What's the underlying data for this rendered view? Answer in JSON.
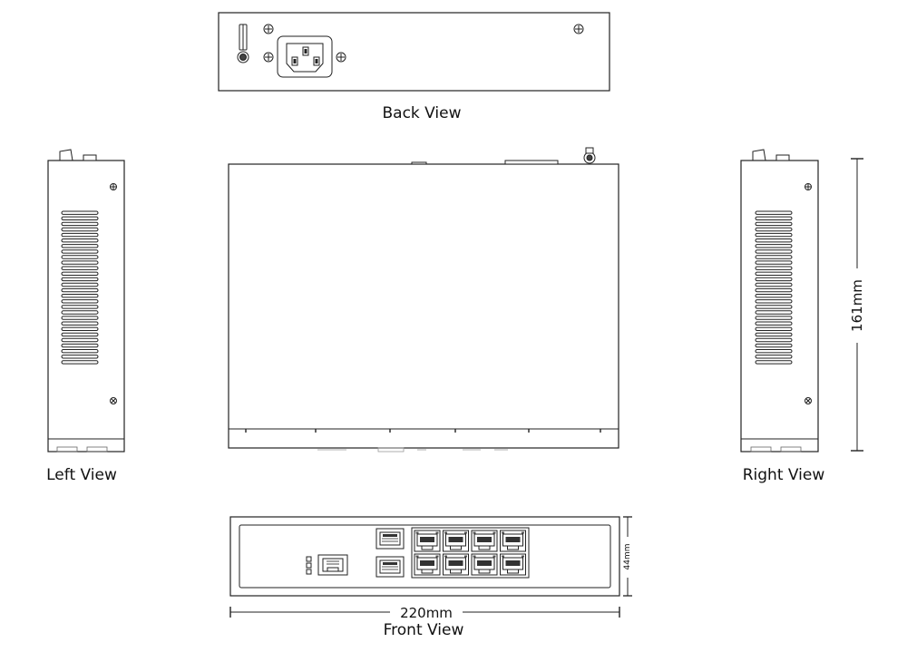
{
  "views": {
    "back": "Back View",
    "left": "Left View",
    "right": "Right View",
    "front": "Front View"
  },
  "dimensions": {
    "width": "220mm",
    "depth": "161mm",
    "height": "44mm"
  },
  "front_panel": {
    "sfp_ports": 2,
    "rj45_ports": 8,
    "console_ports": 1
  },
  "side_panel": {
    "vent_slots": 28
  }
}
